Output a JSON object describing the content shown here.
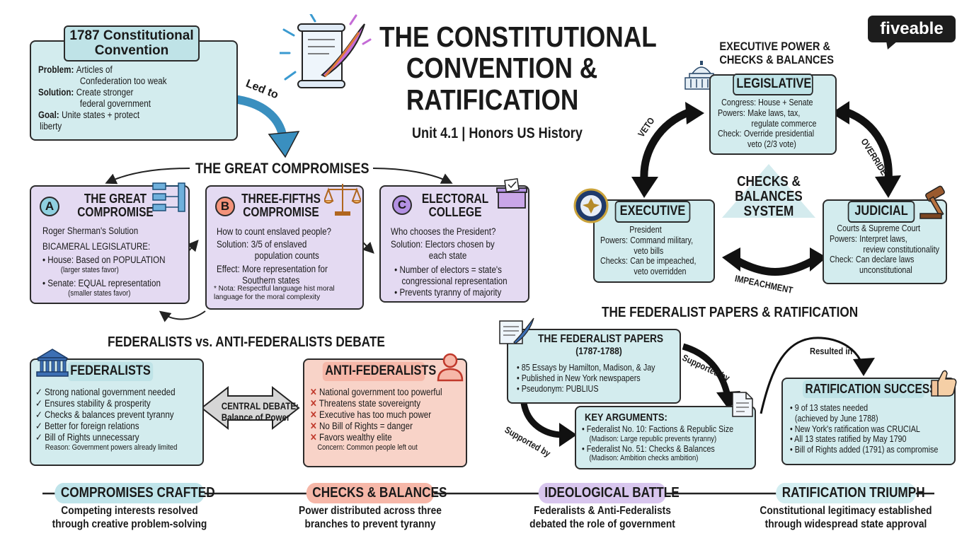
{
  "title": {
    "lines": [
      "THE CONSTITUTIONAL",
      "CONVENTION &",
      "RATIFICATION"
    ],
    "subtitle": "Unit 4.1 | Honors US History"
  },
  "brand": {
    "logo_text": "fiveable",
    "colors": {
      "dark": "#1d1d1d",
      "teal": "#d3ecee",
      "purple": "#e4daf2",
      "salmon": "#f8d3c8",
      "arrow_blue": "#3a8fbf"
    }
  },
  "convention": {
    "title": "1787 Constitutional Convention",
    "rows": [
      {
        "label": "Problem:",
        "lines": [
          "Articles of",
          "Confederation too weak"
        ]
      },
      {
        "label": "Solution:",
        "lines": [
          "Create stronger",
          "federal government"
        ]
      },
      {
        "label": "Goal:",
        "lines": [
          "Unite states + protect",
          "liberty"
        ]
      }
    ],
    "led_to": "Led to"
  },
  "great_compromises": {
    "heading": "THE GREAT COMPROMISES",
    "a": {
      "letter": "A",
      "title_lines": [
        "THE GREAT",
        "COMPROMISE"
      ],
      "intro": "Roger Sherman's Solution",
      "sub": "BICAMERAL LEGISLATURE:",
      "b1": "• House: Based on POPULATION",
      "b1n": "(larger states favor)",
      "b2": "• Senate: EQUAL representation",
      "b2n": "(smaller states favor)"
    },
    "b": {
      "letter": "B",
      "title_lines": [
        "THREE-FIFTHS",
        "COMPROMISE"
      ],
      "q": "How to count enslaved people?",
      "sol_label": "Solution:",
      "sol_lines": [
        "3/5 of enslaved",
        "population counts"
      ],
      "eff_label": "Effect:",
      "eff_lines": [
        "More representation for",
        "Southern states"
      ],
      "note": "* Nota: Respectful language hist moral language for the moral complexity"
    },
    "c": {
      "letter": "C",
      "title_lines": [
        "ELECTORAL",
        "COLLEGE"
      ],
      "q": "Who chooses the President?",
      "sol_label": "Solution:",
      "sol_lines": [
        "Electors chosen by",
        "each state"
      ],
      "b1": "• Number of electors = state's",
      "b1n": "congressional representation",
      "b2": "• Prevents tyranny of majority"
    }
  },
  "checks": {
    "heading_lines": [
      "EXECUTIVE POWER &",
      "CHECKS & BALANCES"
    ],
    "center_lines": [
      "CHECKS &",
      "BALANCES",
      "SYSTEM"
    ],
    "legislative": {
      "title": "LEGISLATIVE",
      "l1": "Congress: House + Senate",
      "powers_label": "Powers:",
      "powers_lines": [
        "Make laws, tax,",
        "regulate commerce"
      ],
      "check_label": "Check:",
      "check_lines": [
        "Override presidential",
        "veto (2/3 vote)"
      ]
    },
    "executive": {
      "title": "EXECUTIVE",
      "l1": "President",
      "powers_label": "Powers:",
      "powers_lines": [
        "Command military,",
        "veto bills"
      ],
      "check_label": "Checks:",
      "check_lines": [
        "Can be impeached,",
        "veto overridden"
      ]
    },
    "judicial": {
      "title": "JUDICIAL",
      "l1": "Courts & Supreme Court",
      "powers_label": "Powers:",
      "powers_lines": [
        "Interpret laws,",
        "review constitutionality"
      ],
      "check_label": "Check:",
      "check_lines": [
        "Can declare laws",
        "unconstitutional"
      ]
    },
    "arrows": {
      "veto": "VETO",
      "override": "OVERRIDE",
      "impeachment": "IMPEACHMENT"
    }
  },
  "debate": {
    "heading": "FEDERALISTS vs. ANTI-FEDERALISTS DEBATE",
    "federalists": {
      "title": "FEDERALISTS",
      "items": [
        "Strong national government needed",
        "Ensures stability & prosperity",
        "Checks & balances prevent tyranny",
        "Better for foreign relations",
        "Bill of Rights unnecessary"
      ],
      "note": "Reason: Government powers already limited"
    },
    "central": [
      "CENTRAL DEBATE:",
      "Balance of Power"
    ],
    "anti": {
      "title": "ANTI-FEDERALISTS",
      "items": [
        "National government too powerful",
        "Threatens state sovereignty",
        "Executive has too much power",
        "No Bill of Rights = danger",
        "Favors wealthy elite"
      ],
      "note": "Concern: Common people left out"
    },
    "check_mark": "✓",
    "x_mark": "✕"
  },
  "federalist_papers": {
    "heading": "THE FEDERALIST PAPERS & RATIFICATION",
    "papers": {
      "title": "THE FEDERALIST PAPERS",
      "dates": "(1787-1788)",
      "items": [
        "• 85 Essays by Hamilton, Madison, & Jay",
        "• Published in New York newspapers",
        "• Pseudonym: PUBLIUS"
      ]
    },
    "supported_by_1": "Supported by",
    "supported_by_2": "Supported by",
    "resulted_in": "Resulted in",
    "arguments": {
      "title": "KEY ARGUMENTS:",
      "i1": "• Federalist No. 10: Factions & Republic Size",
      "i1n": "(Madison: Large republic prevents tyranny)",
      "i2": "• Federalist No. 51: Checks & Balances",
      "i2n": "(Madison: Ambition checks ambition)"
    },
    "success": {
      "title": "RATIFICATION SUCCESS",
      "items": [
        "• 9 of 13 states needed",
        "(achieved by June 1788)",
        "• New York's ratification was CRUCIAL",
        "• All 13 states ratified by May 1790",
        "• Bill of Rights added (1791) as compromise"
      ]
    }
  },
  "timeline": [
    {
      "label": "COMPROMISES CRAFTED",
      "desc": [
        "Competing interests resolved",
        "through creative problem-solving"
      ],
      "color": "#bfe4ea"
    },
    {
      "label": "CHECKS & BALANCES",
      "desc": [
        "Power distributed across three",
        "branches to prevent tyranny"
      ],
      "color": "#f6b7a8"
    },
    {
      "label": "IDEOLOGICAL BATTLE",
      "desc": [
        "Federalists & Anti-Federalists",
        "debated the role of government"
      ],
      "color": "#d8c6ee"
    },
    {
      "label": "RATIFICATION TRIUMPH",
      "desc": [
        "Constitutional legitimacy established",
        "through widespread state approval"
      ],
      "color": "#d3eef1"
    }
  ]
}
